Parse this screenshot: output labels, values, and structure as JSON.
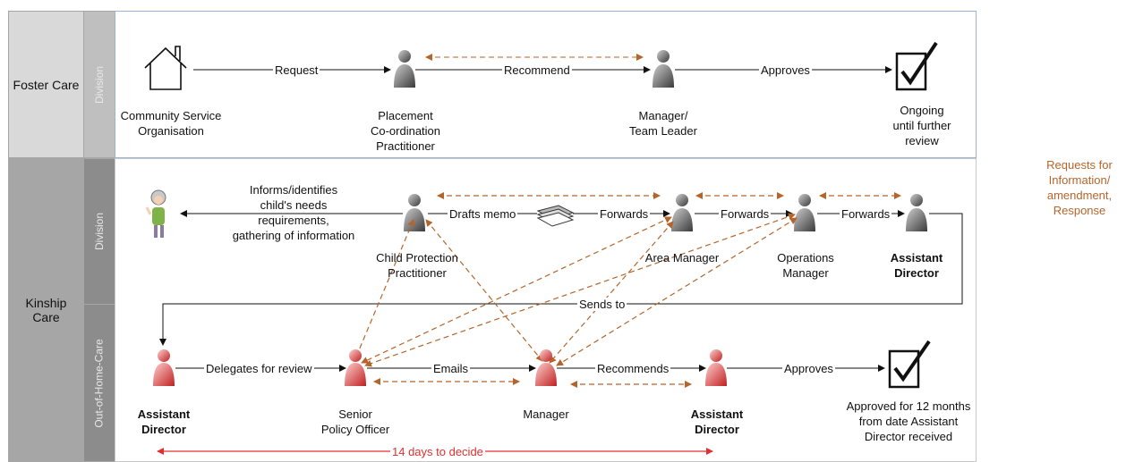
{
  "lanes": {
    "foster": {
      "title": "Foster Care",
      "sub": "Division"
    },
    "kinship": {
      "title": "Kinship\nCare",
      "sub_division": "Division",
      "sub_ohc": "Out-of-Home-Care"
    }
  },
  "foster": {
    "nodes": {
      "org": "Community Service\nOrganisation",
      "placement": "Placement\nCo-ordination\nPractitioner",
      "manager": "Manager/\nTeam Leader",
      "ongoing": "Ongoing\nuntil further\nreview"
    },
    "edges": {
      "request": "Request",
      "recommend": "Recommend",
      "approves": "Approves"
    }
  },
  "kinship_division": {
    "nodes": {
      "child_protection": "Child Protection\nPractitioner",
      "area_manager": "Area Manager",
      "operations_manager": "Operations\nManager",
      "assistant_director": "Assistant\nDirector"
    },
    "informs_text": "Informs/identifies\nchild's needs\nrequirements,\ngathering of information",
    "edges": {
      "drafts_memo": "Drafts memo",
      "forwards1": "Forwards",
      "forwards2": "Forwards",
      "forwards3": "Forwards",
      "sends_to": "Sends to"
    }
  },
  "kinship_ohc": {
    "nodes": {
      "assistant_director_1": "Assistant\nDirector",
      "senior_policy": "Senior\nPolicy Officer",
      "manager": "Manager",
      "assistant_director_2": "Assistant\nDirector",
      "approved": "Approved for 12 months\nfrom date Assistant\nDirector received"
    },
    "edges": {
      "delegates": "Delegates for review",
      "emails": "Emails",
      "recommends": "Recommends",
      "approves": "Approves"
    },
    "timeline": "14 days to decide"
  },
  "legend": {
    "text": "Requests for\nInformation/\namendment,\nResponse"
  },
  "colors": {
    "dashed": "#b5652b",
    "timeline": "#e03030",
    "lane_border": "#9db4d0"
  }
}
